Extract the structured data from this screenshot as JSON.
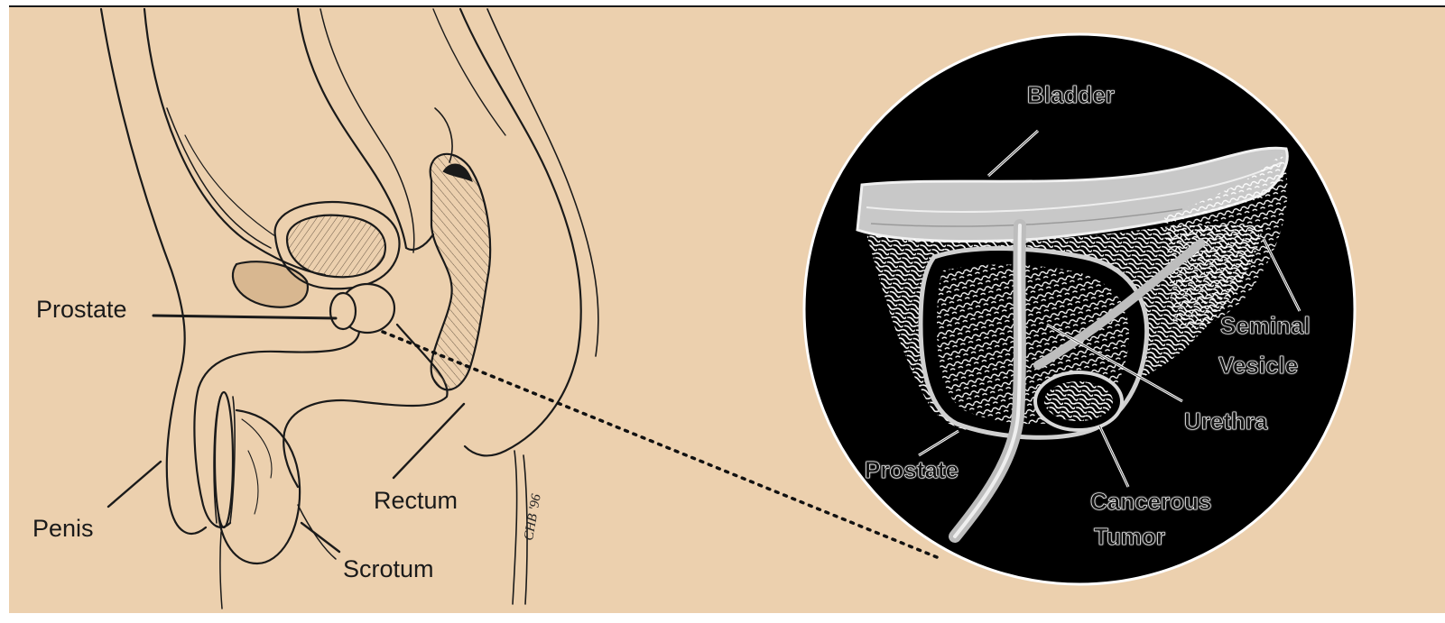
{
  "diagram": {
    "left_labels": {
      "prostate": "Prostate",
      "penis": "Penis",
      "rectum": "Rectum",
      "scrotum": "Scrotum"
    },
    "inset_labels": {
      "bladder": "Bladder",
      "seminal_vesicle_line1": "Seminal",
      "seminal_vesicle_line2": "Vesicle",
      "urethra": "Urethra",
      "prostate": "Prostate",
      "tumor_line1": "Cancerous",
      "tumor_line2": "Tumor"
    },
    "signature": "CHB '96"
  },
  "colors": {
    "background": "#ecd0ae",
    "ink": "#1a1a1a",
    "inset_background": "#000000"
  }
}
